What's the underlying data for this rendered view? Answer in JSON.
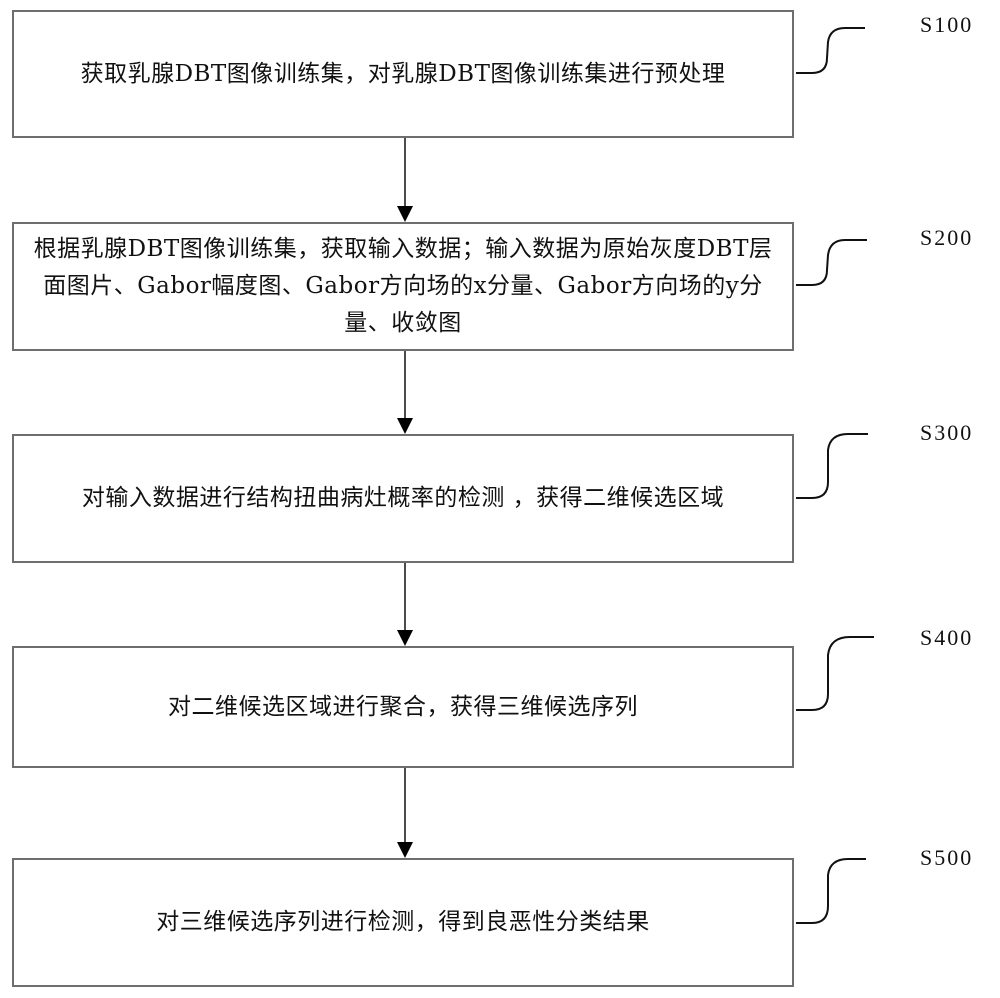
{
  "diagram": {
    "type": "flowchart",
    "steps": [
      {
        "id": "S100",
        "label": "S100",
        "text": "获取乳腺DBT图像训练集，对乳腺DBT图像训练集进行预处理"
      },
      {
        "id": "S200",
        "label": "S200",
        "text": "根据乳腺DBT图像训练集，获取输入数据；输入数据为原始灰度DBT层面图片、Gabor幅度图、Gabor方向场的x分量、Gabor方向场的y分量、收敛图"
      },
      {
        "id": "S300",
        "label": "S300",
        "text": "对输入数据进行结构扭曲病灶概率的检测 ，获得二维候选区域"
      },
      {
        "id": "S400",
        "label": "S400",
        "text": "对二维候选区域进行聚合，获得三维候选序列"
      },
      {
        "id": "S500",
        "label": "S500",
        "text": "对三维候选序列进行检测，得到良恶性分类结果"
      }
    ],
    "edges": [
      {
        "from": "S100",
        "to": "S200"
      },
      {
        "from": "S200",
        "to": "S300"
      },
      {
        "from": "S300",
        "to": "S400"
      },
      {
        "from": "S400",
        "to": "S500"
      }
    ]
  }
}
